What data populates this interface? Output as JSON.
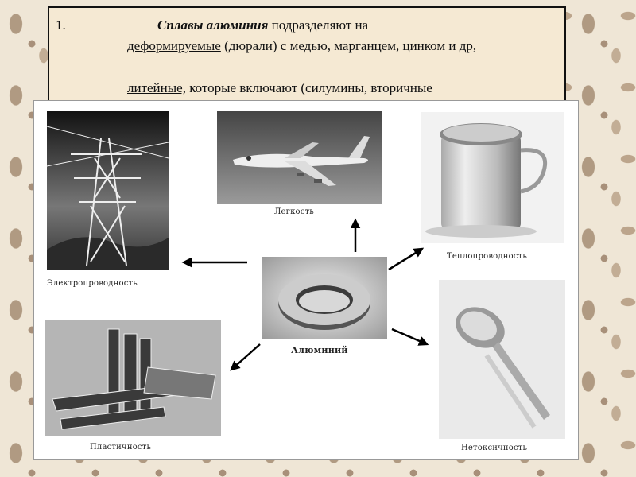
{
  "slide": {
    "number": "1.",
    "title_bold": "Сплавы алюминия",
    "title_rest": " подразделяют на",
    "deformable_term": "деформируемые",
    "deformable_rest": " (дюрали) с медью, марганцем, цинком и др,",
    "cast_term": "литейные,",
    "cast_rest": " которые включают (силумины, вторичные"
  },
  "figure": {
    "center_label": "Алюминий",
    "captions": {
      "lightness": "Легкость",
      "thermal": "Теплопроводность",
      "electric": "Электропроводность",
      "plasticity": "Пластичность",
      "nontoxic": "Нетоксичность"
    },
    "photo_icons": [
      "power-tower-icon",
      "airplane-icon",
      "metal-cup-icon",
      "aluminum-ring-icon",
      "aluminum-profiles-icon",
      "spoon-icon"
    ]
  }
}
